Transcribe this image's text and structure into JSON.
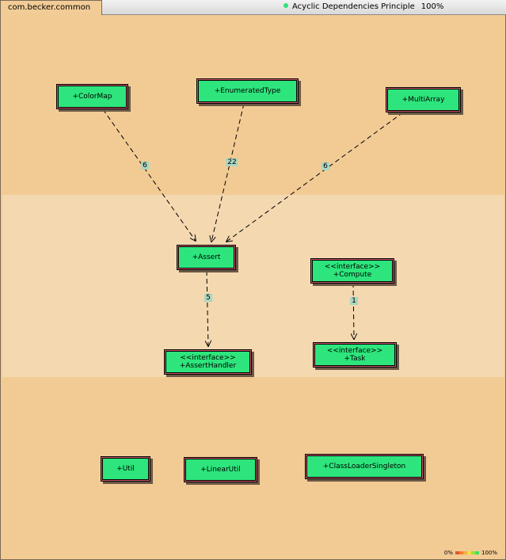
{
  "tab": {
    "label": "com.becker.common"
  },
  "status": {
    "principle": "Acyclic Dependencies Principle",
    "percent": "100%",
    "dot_color": "#2de57c"
  },
  "nodes": {
    "colormap": {
      "name": "+ColorMap"
    },
    "enumeratedtype": {
      "name": "+EnumeratedType"
    },
    "multiarray": {
      "name": "+MultiArray"
    },
    "assert": {
      "name": "+Assert"
    },
    "compute": {
      "stereotype": "<<interface>>",
      "name": "+Compute"
    },
    "asserthandler": {
      "stereotype": "<<interface>>",
      "name": "+AssertHandler"
    },
    "task": {
      "stereotype": "<<interface>>",
      "name": "+Task"
    },
    "util": {
      "name": "+Util"
    },
    "linearutil": {
      "name": "+LinearUtil"
    },
    "classloadersingleton": {
      "name": "+ClassLoaderSingleton"
    }
  },
  "edges": [
    {
      "from": "+ColorMap",
      "to": "+Assert",
      "label": "6"
    },
    {
      "from": "+EnumeratedType",
      "to": "+Assert",
      "label": "22"
    },
    {
      "from": "+MultiArray",
      "to": "+Assert",
      "label": "6"
    },
    {
      "from": "+Assert",
      "to": "+AssertHandler",
      "label": "5"
    },
    {
      "from": "+Compute",
      "to": "+Task",
      "label": "1"
    }
  ],
  "legend": {
    "min": "0%",
    "max": "100%",
    "colors": [
      "#e05a2a",
      "#f08030",
      "#f4b040",
      "#f0e040",
      "#a0e040",
      "#40e060"
    ]
  },
  "colors": {
    "node_fill": "#2de57c",
    "background": "#f2cc96",
    "band_light": "#f4d8b0"
  }
}
